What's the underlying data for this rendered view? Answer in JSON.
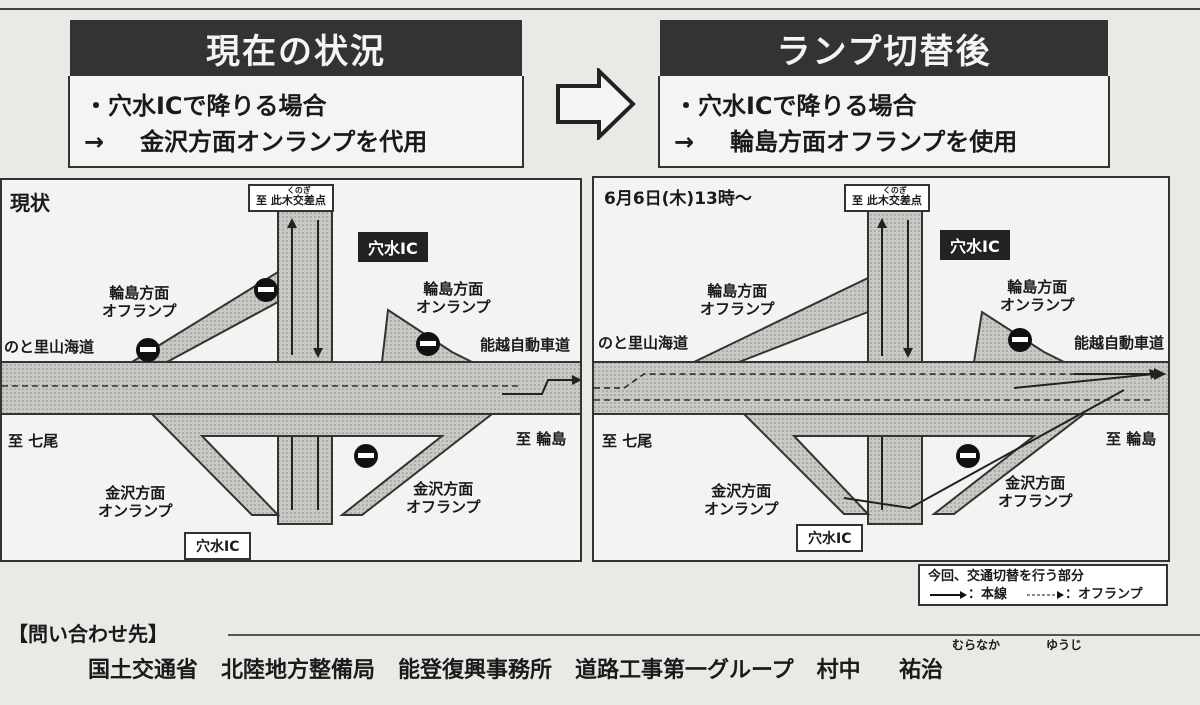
{
  "left_panel": {
    "title": "現在の状況",
    "line1_bullet": "・",
    "line1": "穴水ICで降りる場合",
    "line2_arrow": "→",
    "line2": "金沢方面オンランプを代用"
  },
  "right_panel": {
    "title": "ランプ切替後",
    "line1_bullet": "・",
    "line1": "穴水ICで降りる場合",
    "line2_arrow": "→",
    "line2": "輪島方面オフランプを使用"
  },
  "left_diagram": {
    "heading": "現状",
    "top_box_prefix": "至",
    "top_box": "此木交差点",
    "top_box_ruby": "くのぎ",
    "ic_dark": "穴水IC",
    "wajima_off": [
      "輪島方面",
      "オフランプ"
    ],
    "wajima_on": [
      "輪島方面",
      "オンランプ"
    ],
    "noto_road": "のと里山海道",
    "noetsu_road": "能越自動車道",
    "to_nanao": "至 七尾",
    "to_wajima": "至 輪島",
    "kanazawa_on": [
      "金沢方面",
      "オンランプ"
    ],
    "kanazawa_off": [
      "金沢方面",
      "オフランプ"
    ],
    "ic_light": "穴水IC"
  },
  "right_diagram": {
    "heading": "6月6日(木)13時～",
    "top_box_prefix": "至",
    "top_box": "此木交差点",
    "top_box_ruby": "くのぎ",
    "ic_dark": "穴水IC",
    "wajima_off": [
      "輪島方面",
      "オフランプ"
    ],
    "wajima_on": [
      "輪島方面",
      "オンランプ"
    ],
    "noto_road": "のと里山海道",
    "noetsu_road": "能越自動車道",
    "to_nanao": "至 七尾",
    "to_wajima": "至 輪島",
    "kanazawa_on": [
      "金沢方面",
      "オンランプ"
    ],
    "kanazawa_off": [
      "金沢方面",
      "オフランプ"
    ],
    "ic_light": "穴水IC"
  },
  "legend": {
    "title": "今回、交通切替を行う部分",
    "main": "：本線",
    "offramp": "：オフランプ"
  },
  "contact": {
    "title": "【問い合わせ先】",
    "org1": "国土交通省",
    "org2": "北陸地方整備局",
    "org3": "能登復興事務所",
    "org4": "道路工事第一グループ",
    "surname": "村中",
    "surname_ruby": "むらなか",
    "given": "祐治",
    "given_ruby": "ゆうじ"
  }
}
